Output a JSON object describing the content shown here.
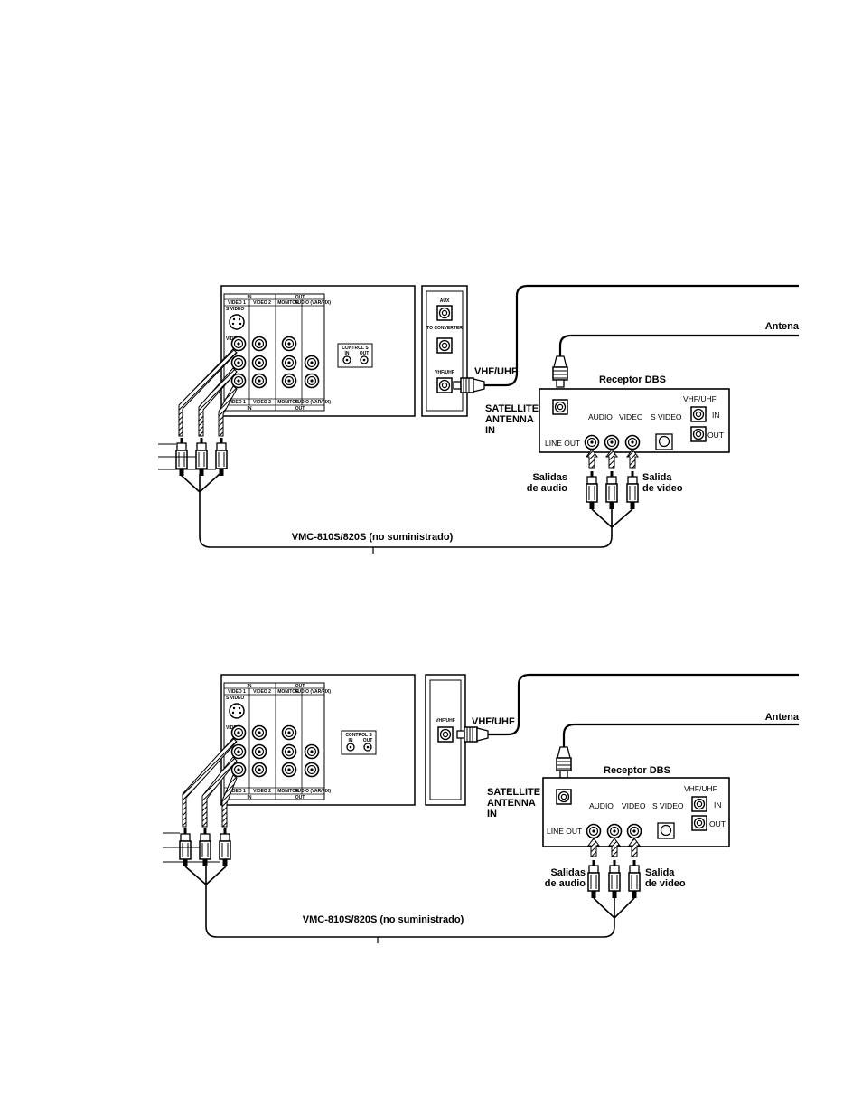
{
  "diagram1": {
    "tv_in": "IN",
    "tv_out": "OUT",
    "tv_video1": "VIDEO 1",
    "tv_video2": "VIDEO 2",
    "tv_monitor": "MONITOR",
    "tv_audio_var": "AUDIO (VAR/FIX)",
    "tv_svideo": "S VIDEO",
    "tv_video": "VIDEO",
    "tv_control_s": "CONTROL S",
    "tv_cs_in": "IN",
    "tv_cs_out": "OUT",
    "conv_aux": "AUX",
    "conv_to_converter": "TO CONVERTER",
    "conv_vhfuhf_small": "VHF/UHF",
    "vhfuhf_label": "VHF/UHF",
    "antena": "Antena",
    "receptor": "Receptor DBS",
    "satellite_1": "SATELLITE",
    "satellite_2": "ANTENNA",
    "satellite_3": "IN",
    "rx_audio": "AUDIO",
    "rx_video": "VIDEO",
    "rx_svideo": "S VIDEO",
    "rx_line_out": "LINE OUT",
    "rx_vhfuhf": "VHF/UHF",
    "rx_in": "IN",
    "rx_out": "OUT",
    "salidas_1": "Salidas",
    "salidas_2": "de audio",
    "salida_1": "Salida",
    "salida_2": "de video",
    "cable": "VMC-810S/820S (no suministrado)"
  },
  "diagram2": {
    "tv_in": "IN",
    "tv_out": "OUT",
    "tv_video1": "VIDEO 1",
    "tv_video2": "VIDEO 2",
    "tv_monitor": "MONITOR",
    "tv_audio_var": "AUDIO (VAR/FIX)",
    "tv_svideo": "S VIDEO",
    "tv_video": "VIDEO",
    "tv_control_s": "CONTROL S",
    "tv_cs_in": "IN",
    "tv_cs_out": "OUT",
    "conv_vhfuhf_small": "VHF/UHF",
    "vhfuhf_label": "VHF/UHF",
    "antena": "Antena",
    "receptor": "Receptor DBS",
    "satellite_1": "SATELLITE",
    "satellite_2": "ANTENNA",
    "satellite_3": "IN",
    "rx_audio": "AUDIO",
    "rx_video": "VIDEO",
    "rx_svideo": "S VIDEO",
    "rx_line_out": "LINE OUT",
    "rx_vhfuhf": "VHF/UHF",
    "rx_in": "IN",
    "rx_out": "OUT",
    "salidas_1": "Salidas",
    "salidas_2": "de audio",
    "salida_1": "Salida",
    "salida_2": "de video",
    "cable": "VMC-810S/820S (no suministrado)"
  }
}
